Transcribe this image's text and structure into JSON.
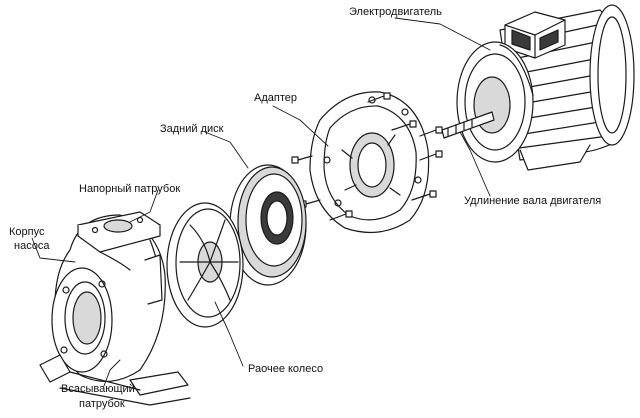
{
  "labels": {
    "motor": "Электродвигатель",
    "adapter": "Адаптер",
    "back_disk": "Задний диск",
    "discharge_nozzle": "Напорный патрубок",
    "pump_casing_line1": "Корпус",
    "pump_casing_line2": "насоса",
    "shaft_extension": "Удлинение вала двигателя",
    "impeller": "Раочее колесо",
    "suction_line1": "Всасывающий",
    "suction_line2": "патрубок"
  },
  "colors": {
    "line": "#1a1a1a",
    "fill": "#ffffff",
    "shade": "#d9d9d9",
    "dark": "#3a3a3a"
  }
}
